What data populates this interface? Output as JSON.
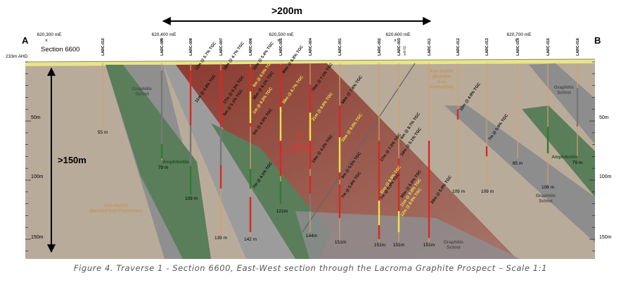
{
  "colors": {
    "background": "#b9ab9a",
    "schist": "#8f8f8f",
    "amphibolite": "#5a7d5a",
    "mineralization": "#8a3d33",
    "drillhole": "#d4a06a",
    "interval_red": "#d62a22",
    "interval_yellow": "#f1e64a",
    "interval_green": "#2f7d2f",
    "interval_grey": "#777777"
  },
  "header": {
    "scale_label": ">200m",
    "section_start": "A",
    "section_end": "B",
    "section_name": "Section 6600",
    "ahd_label": "233m AHD",
    "easting_ticks": [
      "620,300 mE",
      "620,400 mE",
      "620,500 mE",
      "620,600 mE",
      "620,700 mE"
    ],
    "easting_marker": "x",
    "depth_label": ">150m"
  },
  "depth_ticks": [
    "50m",
    "100m",
    "150m"
  ],
  "holes": [
    {
      "id": "LARC-010",
      "depth": "55 m"
    },
    {
      "id": "LARC-009",
      "depth": "79 m"
    },
    {
      "id": "LARC-008",
      "depth": "109 m"
    },
    {
      "id": "LARC-007",
      "depth": "139 m"
    },
    {
      "id": "LARC-006",
      "depth": "142 m"
    },
    {
      "id": "LARC-005",
      "depth": "121m"
    },
    {
      "id": "LARC-004",
      "depth": "144m"
    },
    {
      "id": "LARC-001",
      "depth": "151m"
    },
    {
      "id": "LARC-002",
      "depth": "151m"
    },
    {
      "id": "LARC-003",
      "depth": "151m"
    },
    {
      "id": "LARC-011",
      "depth": "151m"
    },
    {
      "id": "LARC-012",
      "depth": "109 m"
    },
    {
      "id": "LARC-013",
      "depth": "109 m"
    },
    {
      "id": "LARC-014",
      "depth": "85 m"
    },
    {
      "id": "LARC-015",
      "depth": "106 m"
    },
    {
      "id": "LARC-016",
      "depth": "79 m"
    }
  ],
  "lithology_labels": {
    "graphitic_schist_1": "Graphitic\nSchist",
    "amphibolite_1": "Amphibolite",
    "iron_schist_1": "Iron Schist\n(Banded Iron Formation)",
    "zone": "Zone\nof\nGraphite\nMineralization",
    "iron_schist_2": "Iron Schist\n(Banded\nIron\nFormation)",
    "graphitic_schist_2": "Graphitic\nSchist",
    "graphitic_schist_3": "Graphitic\nSchist",
    "amphibolite_2": "Amphibolite",
    "graphitic_schist_4": "Graphitic\nSchist",
    "wd": "wd-02"
  },
  "intervals": [
    "12m @ 5.7% TGC",
    "11m @ 4.8% TGC",
    "18m @ 4.7% TGC",
    "17m @ 5.3% TGC",
    "5m @ 5.1% TGC",
    "22m @ 5.4% TGC",
    "6m @ 6.5% TGC",
    "36m @ 6.1% TGC",
    "1m @ 8.2% TGC",
    "5m @ 4.3% TGC",
    "90m @ 6.8% TGC",
    "39m @ 8.7% TGC",
    "7m @ 4.1% TGC",
    "76m @ 7.1% TGC",
    "21m @ 8.8% TGC",
    "14m @ 4.2% TGC",
    "69m @ 7.6% TGC",
    "33m @ 9.0% TGC",
    "9m @ 5.5% TGC",
    "7m @ 5.4% TGC",
    "7m @ 5.8% TGC",
    "17m @ 7.0% TGC",
    "31m @ 8.9% TGC",
    "12m @ 8.0% TGC",
    "6m @ 8.7% TGC",
    "18m @ 5.1% TGC",
    "30m @ 6.8% TGC",
    "11m @ 8.8% TGC",
    "28m @ 5.9% TGC",
    "10m @ 4.9% TGC",
    "7m @ 5.0% TGC"
  ],
  "caption": "Figure 4.  Traverse 1 - Section 6600, East-West section through the Lacroma Graphite Prospect – Scale 1:1"
}
